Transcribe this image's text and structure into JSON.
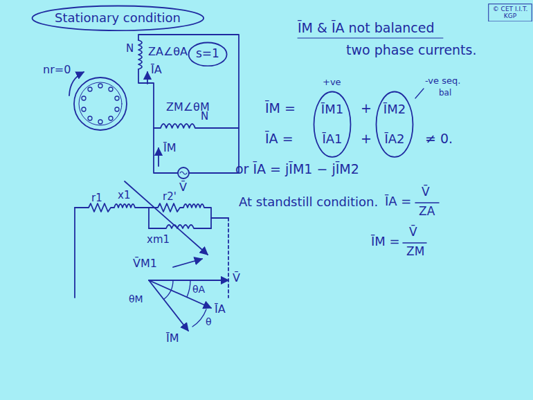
{
  "diagram": {
    "nodes": [
      {
        "text": [
          "Stationary condition"
        ]
      },
      {
        "text": [
          "s=1"
        ]
      },
      {
        "text": [
          "© CET I.I.T. KGP"
        ]
      },
      {
        "text": [
          "ĪM1",
          "ĪA1"
        ]
      },
      {
        "text": [
          "ĪM2",
          "ĪA2"
        ]
      }
    ],
    "labels": [
      "N",
      "ZA∠θA",
      "ĪA",
      "nr=0",
      "ZM∠θM",
      "N",
      "ĪM",
      "V̄",
      "r1",
      "x1",
      "r2'",
      "xm1",
      "V̄M1",
      "ĪM & ĪA not balanced",
      "two phase currents.",
      "+ve",
      "-ve seq.",
      "bal",
      "ĪM =",
      "+",
      "ĪA =",
      "+",
      "≠ 0.",
      "or ĪA = jĪM1 − jĪM2",
      "At standstill condition.",
      "ĪA =",
      "V̄",
      "ZA",
      "ĪM =",
      "V̄",
      "ZM",
      "V̄",
      "θA",
      "θM",
      "ĪA",
      "ĪM",
      "θ"
    ]
  }
}
